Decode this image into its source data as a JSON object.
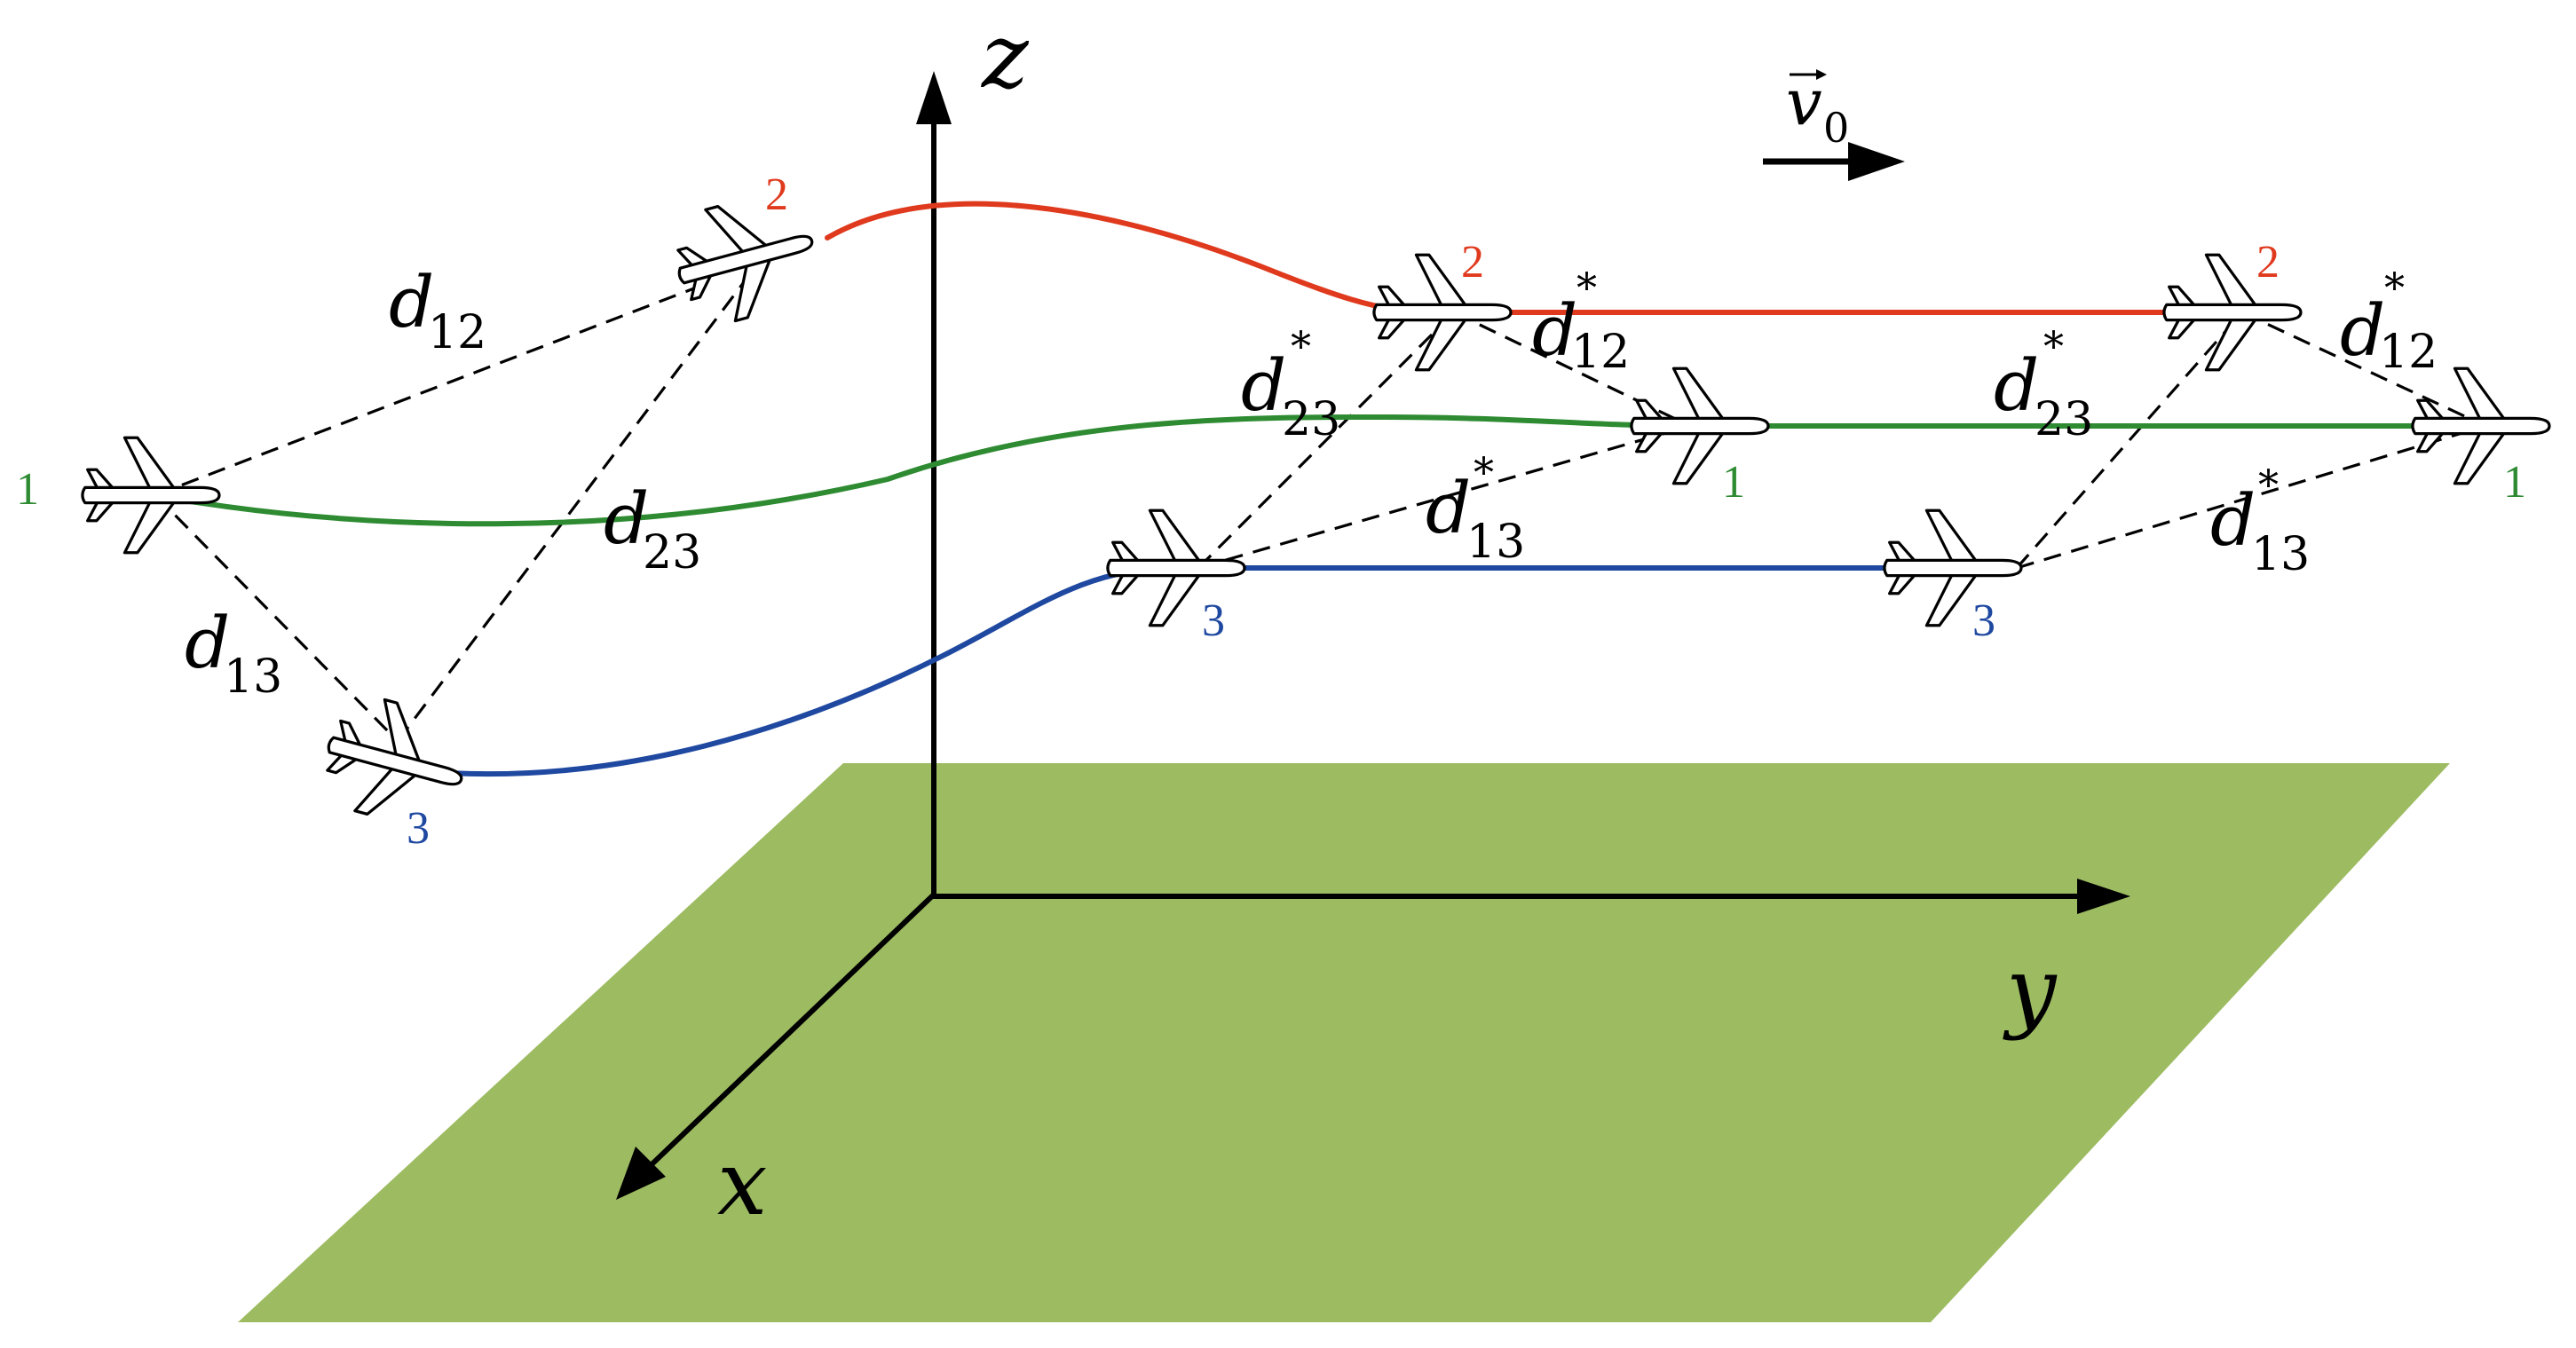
{
  "colors": {
    "ground": "#9dbb61",
    "uav1": "#2e8b32",
    "uav2": "#e03a1e",
    "uav3": "#1f48a0",
    "axis": "#000000"
  },
  "axes": {
    "z": "z",
    "y": "y",
    "x": "x"
  },
  "velocity": {
    "symbol": "v",
    "sub": "0"
  },
  "uav_labels": {
    "uav1": "1",
    "uav2": "2",
    "uav3": "3"
  },
  "distances": {
    "d12": {
      "base": "d",
      "sub": "12"
    },
    "d23": {
      "base": "d",
      "sub": "23"
    },
    "d13": {
      "base": "d",
      "sub": "13"
    },
    "star": "*"
  },
  "icons": [
    "uav-plane-icon",
    "velocity-arrow-icon",
    "axis-arrow-icon"
  ]
}
